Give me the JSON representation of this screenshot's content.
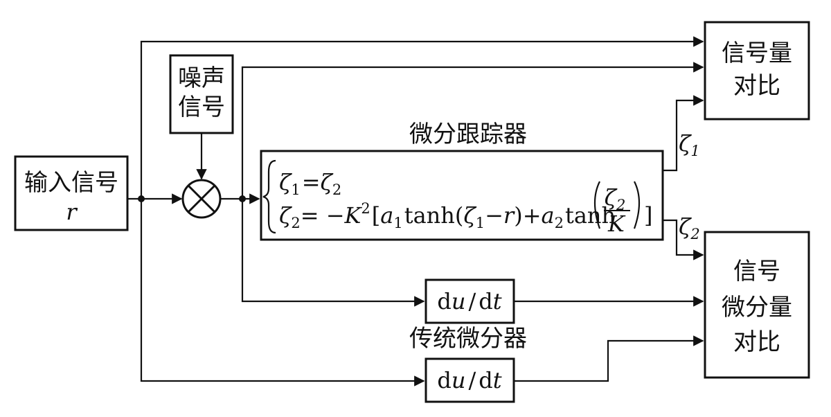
{
  "blocks": {
    "input": {
      "line1": "输入信号",
      "line2": "r"
    },
    "noise": {
      "line1": "噪声",
      "line2": "信号"
    },
    "signal_compare": {
      "line1": "信号量",
      "line2": "对比"
    },
    "deriv_compare": {
      "line1": "信号",
      "line2": "微分量",
      "line3": "对比"
    },
    "tracker": {
      "title": "微分跟踪器",
      "eq1": {
        "lhs": "ζ",
        "lhs_sub": "1",
        "eq": "=",
        "rhs": "ζ",
        "rhs_sub": "2"
      },
      "eq2": {
        "lhs": "ζ",
        "lhs_sub": "2",
        "eq": "= −",
        "k": "K",
        "k_sup": "2",
        "bracket_open": "[",
        "a1": "a",
        "a1_sub": "1",
        "tanh1": "tanh",
        "arg1_open": "(",
        "arg1_z": "ζ",
        "arg1_z_sub": "1",
        "arg1_minus": "−",
        "arg1_r": "r",
        "arg1_close": ")",
        "plus": "+",
        "a2": "a",
        "a2_sub": "2",
        "tanh2": "tanh",
        "frac_num": "ζ",
        "frac_num_sub": "2",
        "frac_den": "K",
        "bracket_close": "]"
      }
    },
    "diff_tracker_out1": {
      "label": "ζ",
      "sub": "1"
    },
    "diff_tracker_out2": {
      "label": "ζ",
      "sub": "2"
    },
    "differentiator_1": {
      "d1": "d",
      "u": "u",
      "slash": "/",
      "d2": "d",
      "t": "t"
    },
    "differentiator_2": {
      "d1": "d",
      "u": "u",
      "slash": "/",
      "d2": "d",
      "t": "t"
    },
    "traditional_label": "传统微分器"
  }
}
